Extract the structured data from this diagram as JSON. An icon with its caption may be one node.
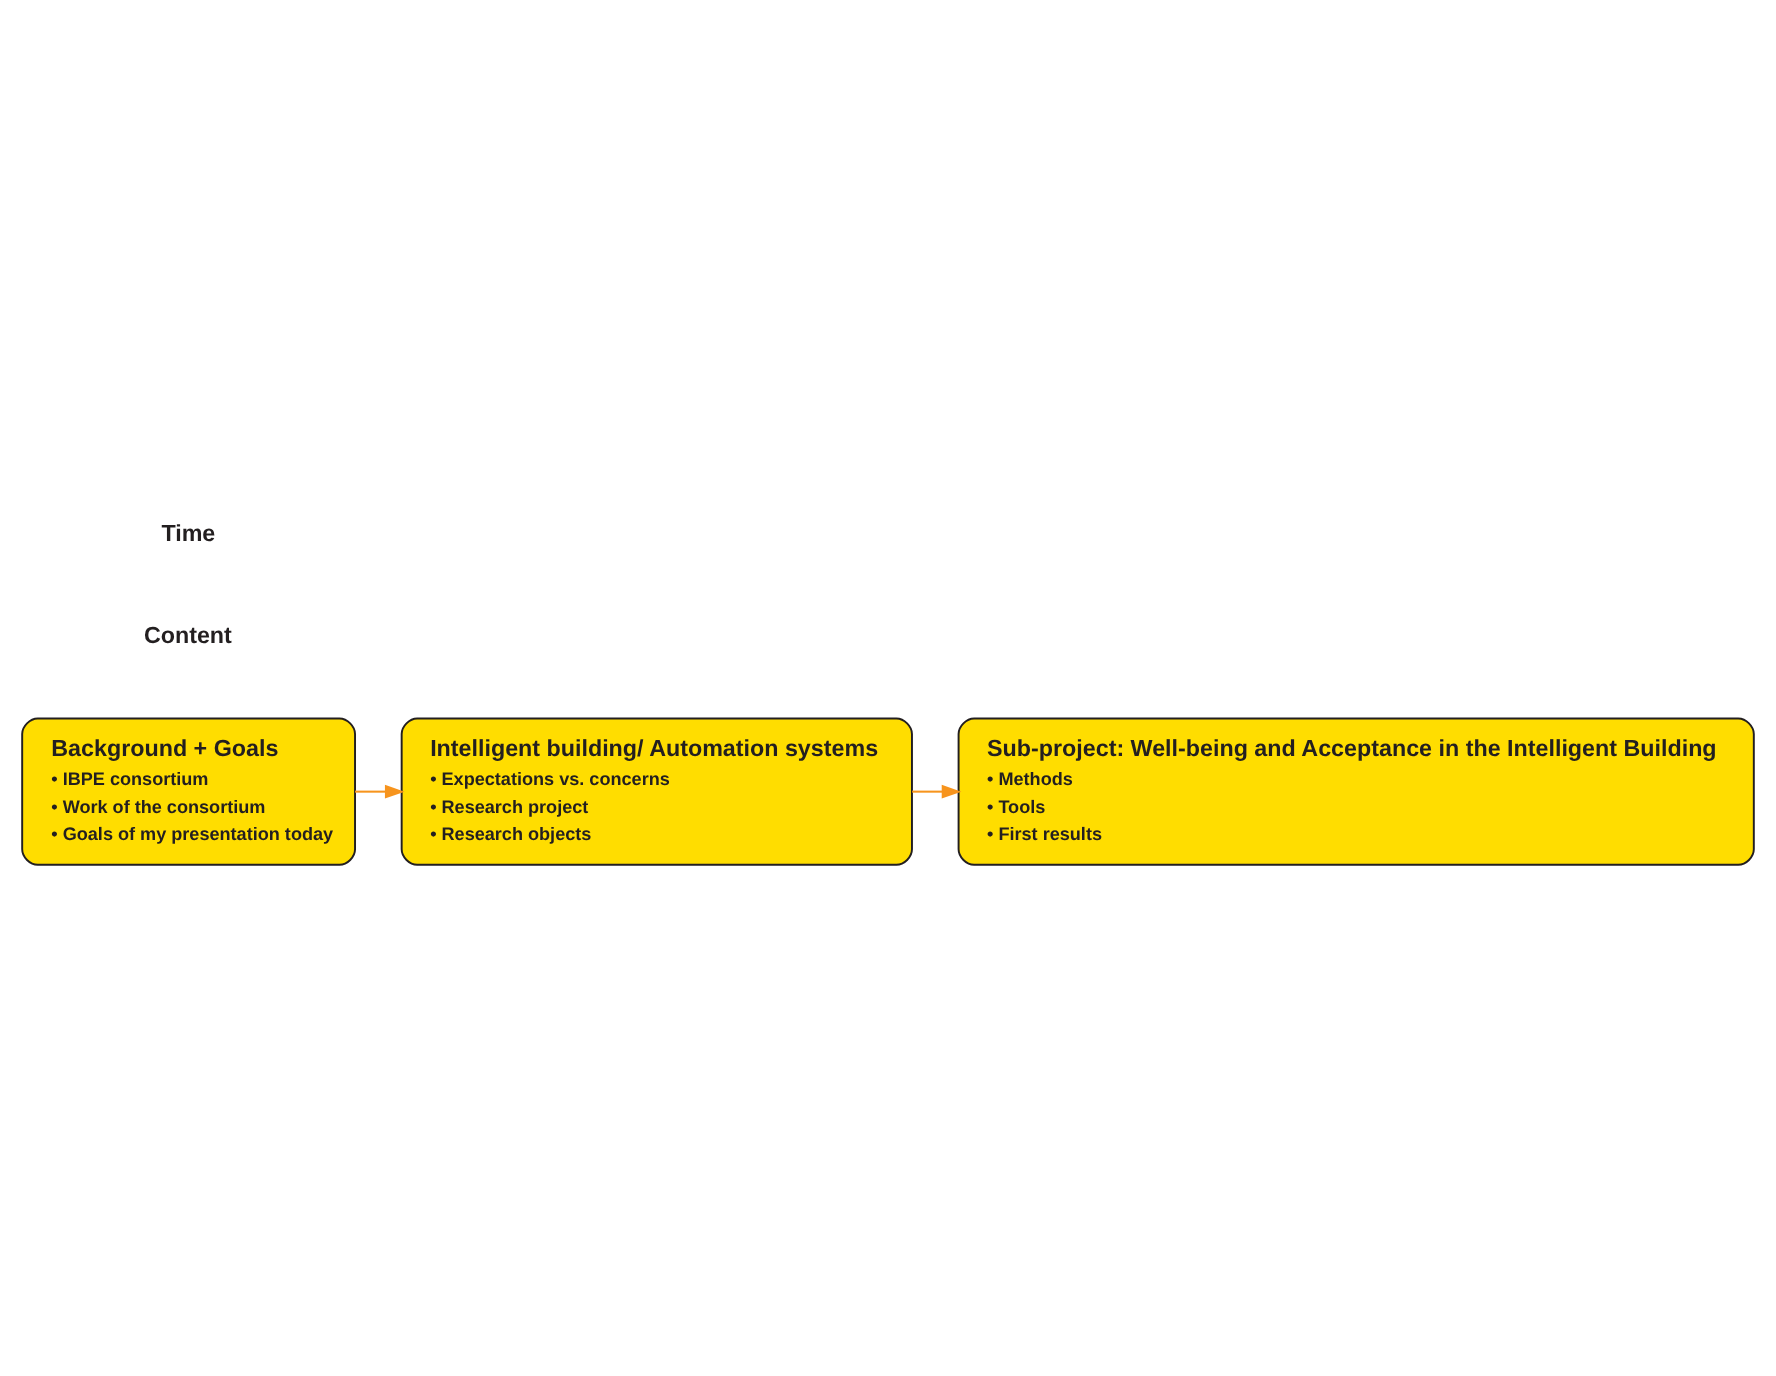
{
  "diagram": {
    "nodes": [
      {
        "text": [
          "Background + Goals",
          "• IBPE consortium",
          "• Work of the consortium",
          "• Goals of my presentation today"
        ]
      },
      {
        "text": [
          "Intelligent building/ Automation systems",
          "• Expectations vs. concerns",
          "• Research project",
          "• Research objects"
        ]
      },
      {
        "text": [
          "Sub-project: Well-being and Acceptance in the Intelligent Building",
          "• Methods",
          "• Tools",
          "• First results"
        ]
      }
    ],
    "edges": [
      {
        "from": 0,
        "to": 1,
        "arrow": "to"
      },
      {
        "from": 1,
        "to": 2,
        "arrow": "to"
      }
    ],
    "labels": [
      "Content",
      "Time"
    ]
  }
}
